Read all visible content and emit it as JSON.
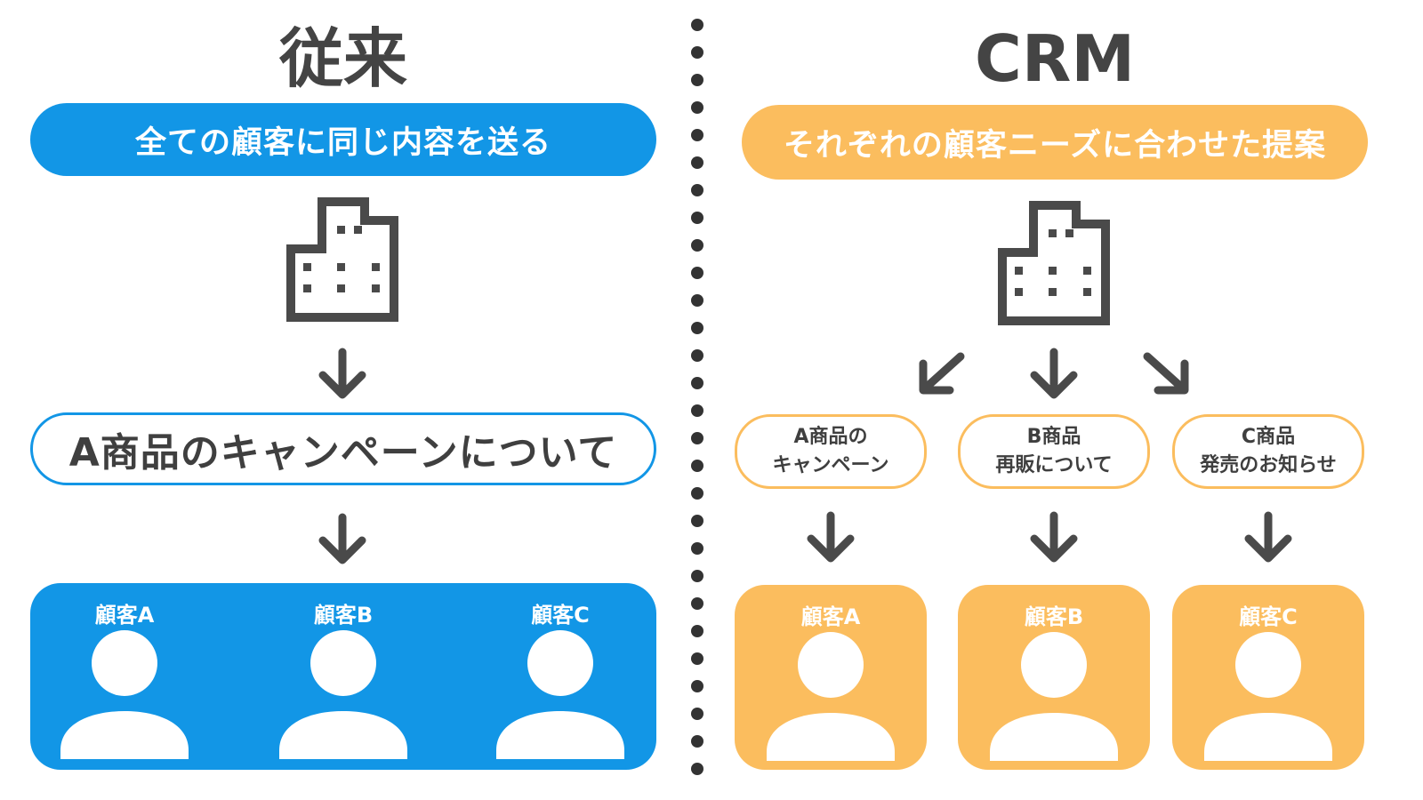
{
  "left": {
    "title": "従来",
    "banner": "全ての顧客に同じ内容を送る",
    "message": "A商品のキャンペーンについて",
    "customers": [
      "顧客A",
      "顧客B",
      "顧客C"
    ]
  },
  "right": {
    "title": "CRM",
    "banner": "それぞれの顧客ニーズに合わせた提案",
    "messages": [
      {
        "line1": "A商品の",
        "line2": "キャンペーン"
      },
      {
        "line1": "B商品",
        "line2": "再販について"
      },
      {
        "line1": "C商品",
        "line2": "発売のお知らせ"
      }
    ],
    "customers": [
      "顧客A",
      "顧客B",
      "顧客C"
    ]
  },
  "colors": {
    "blue": "#1296e6",
    "orange": "#fbbd5e",
    "icon": "#4a4a4a",
    "text": "#444444"
  },
  "icons": {
    "building": "building-icon",
    "arrow": "arrow-down-icon",
    "person": "person-icon"
  }
}
